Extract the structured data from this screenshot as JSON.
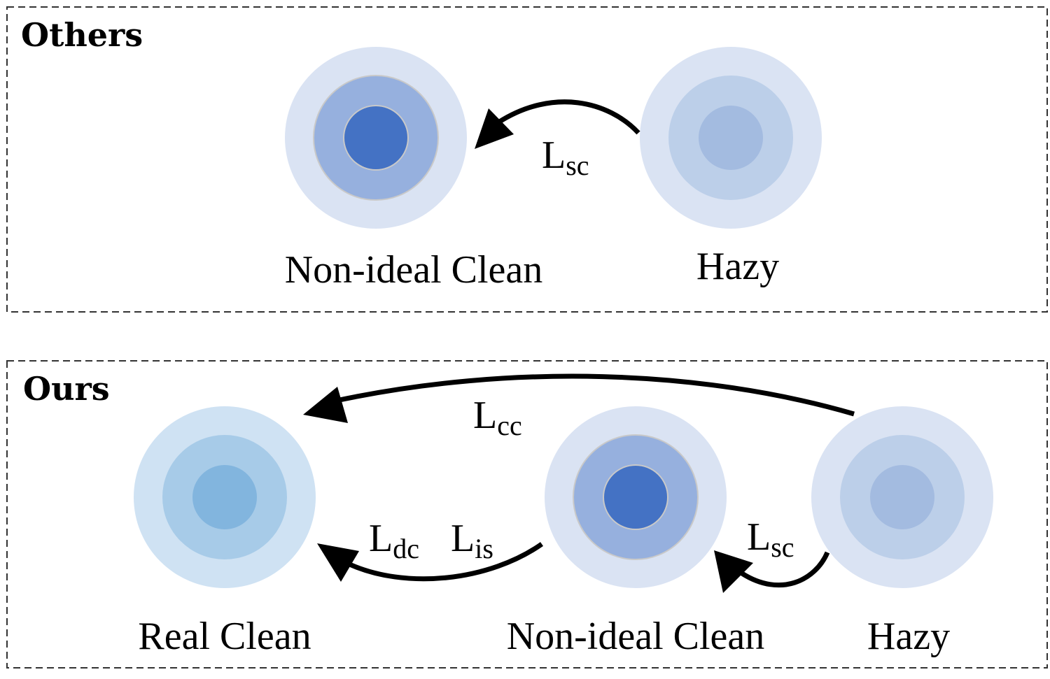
{
  "panels": {
    "others": {
      "title": "Others",
      "nodes": {
        "nonideal": {
          "label": "Non-ideal Clean"
        },
        "hazy": {
          "label": "Hazy"
        }
      },
      "losses": {
        "sc": {
          "main": "L",
          "sub": "sc"
        }
      }
    },
    "ours": {
      "title": "Ours",
      "nodes": {
        "real": {
          "label": "Real Clean"
        },
        "nonideal": {
          "label": "Non-ideal Clean"
        },
        "hazy": {
          "label": "Hazy"
        }
      },
      "losses": {
        "cc": {
          "main": "L",
          "sub": "cc"
        },
        "dc": {
          "main": "L",
          "sub": "dc"
        },
        "is": {
          "main": "L",
          "sub": "is"
        },
        "sc": {
          "main": "L",
          "sub": "sc"
        }
      }
    }
  },
  "colors": {
    "hazy": [
      "#dae3f3",
      "#bccfe9",
      "#a3bbe0"
    ],
    "nonideal": [
      "#dae3f3",
      "#96b0de",
      "#4472c4"
    ],
    "real": [
      "#cfe2f3",
      "#a7cbe8",
      "#82b5de"
    ],
    "arrow": "#000000",
    "border": "#333333"
  }
}
